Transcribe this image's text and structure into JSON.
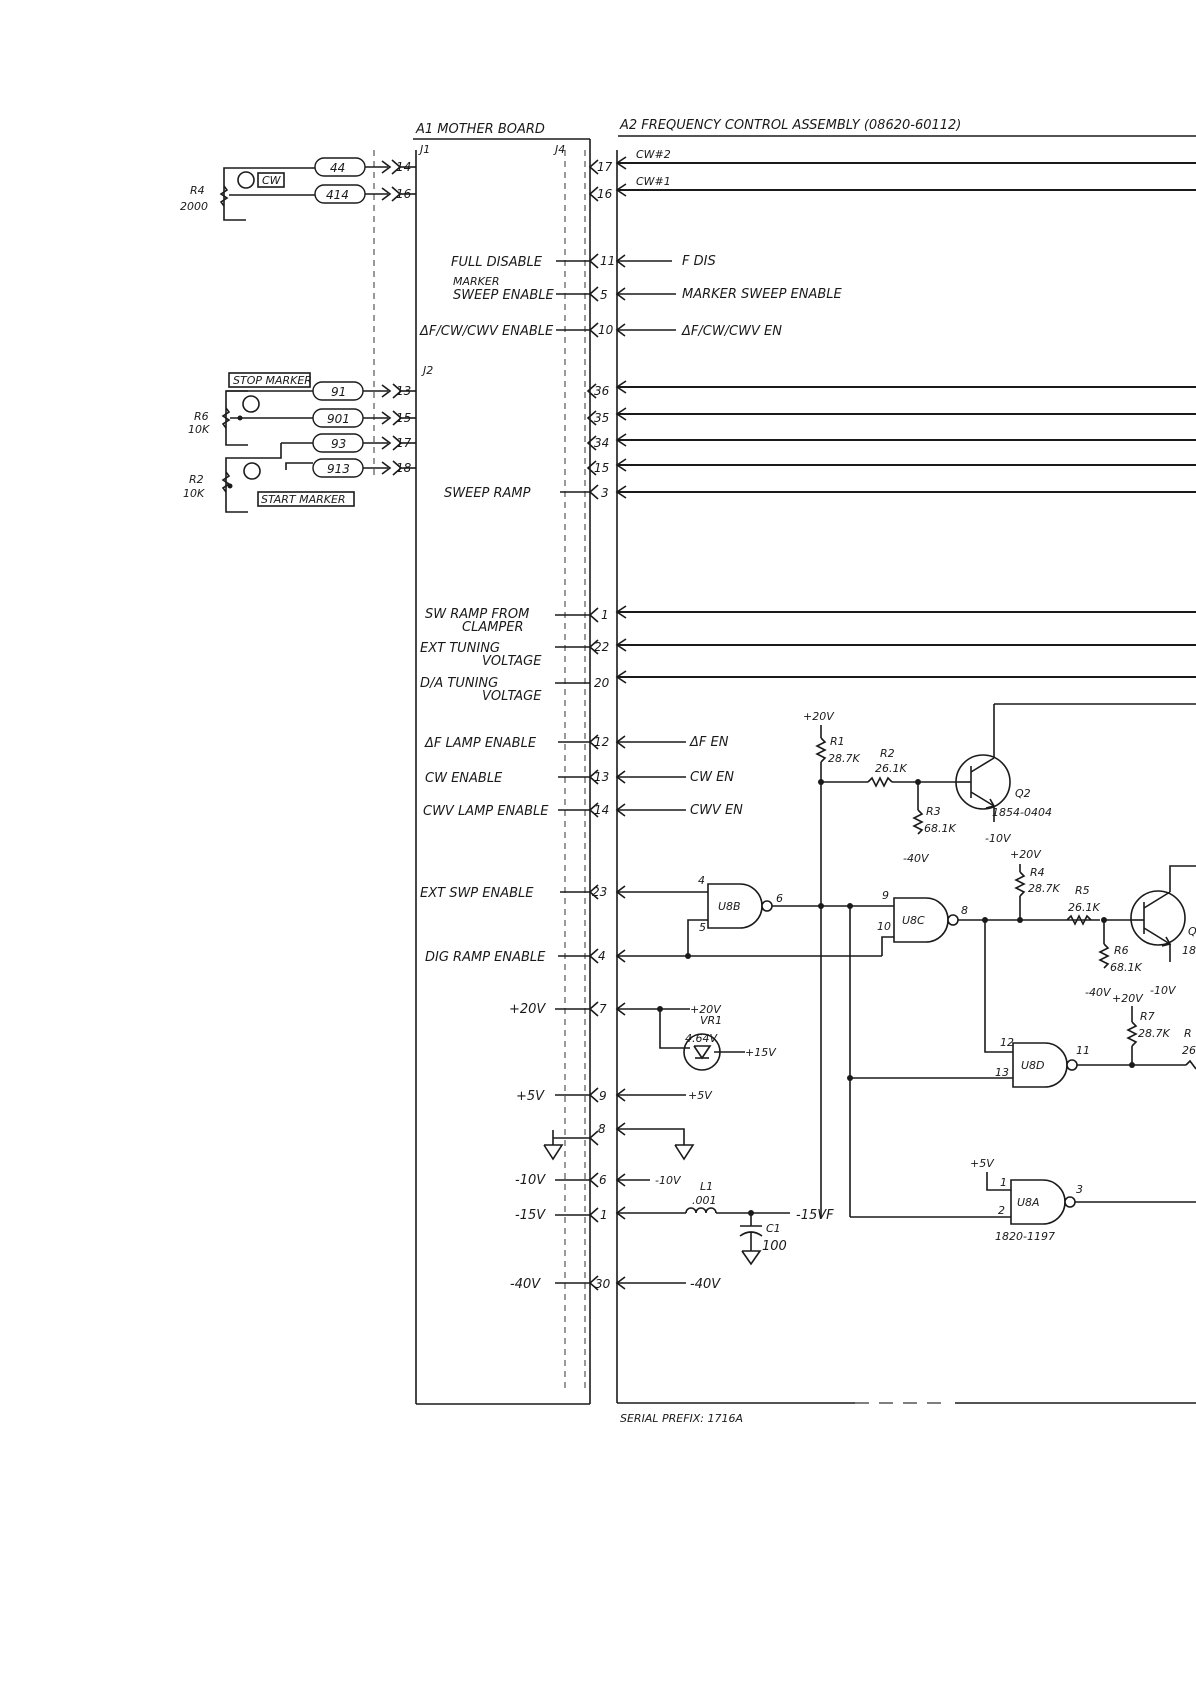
{
  "headers": {
    "mother_board": "A1 MOTHER BOARD",
    "mother_board_left_pin": "J1",
    "mother_board_right_pin": "J4",
    "frequency_control": "A2 FREQUENCY CONTROL ASSEMBLY (08620-60112)",
    "serial_prefix": "SERIAL PREFIX: 1716A"
  },
  "top_block": {
    "r4_ref": "R4",
    "r4_value": "2000",
    "cw_switch": "CW",
    "wire_44": "44",
    "wire_414": "414",
    "pin_14_left": "14",
    "pin_16_left": "16",
    "pin_17_right": "17",
    "pin_16_right": "16",
    "cw2_label": "CW#2",
    "cw1_label": "CW#1"
  },
  "enables": {
    "full_disable": "FULL DISABLE",
    "full_disable_pin": "11",
    "full_disable_net": "F DIS",
    "marker_line1": "MARKER",
    "marker_line2": "SWEEP ENABLE",
    "marker_pin": "5",
    "marker_net": "MARKER SWEEP ENABLE",
    "df_cw_cwv": "ΔF/CW/CWV ENABLE",
    "df_cw_cwv_pin": "10",
    "df_cw_cwv_net": "ΔF/CW/CWV EN"
  },
  "marker_block": {
    "stop_marker": "STOP MARKER",
    "start_marker": "START MARKER",
    "r6_ref": "R6",
    "r6_value": "10K",
    "r2_ref": "R2",
    "r2_value": "10K",
    "j2_label": "J2",
    "wire_91": "91",
    "wire_901": "901",
    "wire_93": "93",
    "wire_913": "913",
    "left_pins": [
      "13",
      "15",
      "17",
      "18"
    ],
    "right_pins": [
      "36",
      "35",
      "34",
      "15"
    ],
    "sweep_ramp": "SWEEP RAMP",
    "sweep_ramp_pin": "3"
  },
  "tuning": {
    "sw_ramp_line1": "SW RAMP FROM",
    "sw_ramp_line2": "CLAMPER",
    "sw_ramp_pin": "1",
    "ext_tuning_line1": "EXT TUNING",
    "ext_tuning_line2": "VOLTAGE",
    "ext_tuning_pin": "22",
    "da_tuning_line1": "D/A TUNING",
    "da_tuning_line2": "VOLTAGE",
    "da_tuning_pin": "20"
  },
  "lamps": {
    "df_lamp": "ΔF LAMP ENABLE",
    "df_lamp_pin": "12",
    "df_lamp_net": "ΔF EN",
    "cw_enable": "CW ENABLE",
    "cw_enable_pin": "13",
    "cw_enable_net": "CW EN",
    "cwv_lamp": "CWV LAMP ENABLE",
    "cwv_lamp_pin": "14",
    "cwv_lamp_net": "CWV EN"
  },
  "logic": {
    "ext_swp": "EXT SWP ENABLE",
    "ext_swp_pin": "23",
    "dig_ramp": "DIG RAMP ENABLE",
    "dig_ramp_pin": "4",
    "u8b": "U8B",
    "u8b_pin_in1": "4",
    "u8b_pin_in2": "5",
    "u8b_pin_out": "6",
    "u8c": "U8C",
    "u8c_pin_in1": "9",
    "u8c_pin_in2": "10",
    "u8c_pin_out": "8",
    "u8d": "U8D",
    "u8d_pin_in1": "12",
    "u8d_pin_in2": "13",
    "u8d_pin_out": "11",
    "u8a": "U8A",
    "u8a_pin_in1": "1",
    "u8a_pin_in2": "2",
    "u8a_pin_out": "3",
    "u8a_part": "1820-1197",
    "u8a_supply": "+5V"
  },
  "transistors": {
    "supply_20v": "+20V",
    "r1_ref": "R1",
    "r1_value": "28.7K",
    "r2_ref": "R2",
    "r2_value": "26.1K",
    "r3_ref": "R3",
    "r3_value": "68.1K",
    "r3_supply": "-40V",
    "q2_ref": "Q2",
    "q2_part": "1854-0404",
    "q2_emitter": "-10V",
    "r4_supply": "+20V",
    "r4_ref": "R4",
    "r4_value": "28.7K",
    "r5_ref": "R5",
    "r5_value": "26.1K",
    "r6_ref": "R6",
    "r6_value": "68.1K",
    "r6_supply": "-40V",
    "q3_ref": "Q",
    "q3_part": "18",
    "q3_emitter": "-10V",
    "r7_supply": "+20V",
    "r7_ref": "R7",
    "r7_value": "28.7K",
    "r8_ref": "R",
    "r8_value": "26"
  },
  "power": {
    "p20_label": "+20V",
    "p20_pin": "7",
    "p20_net": "+20V",
    "vr1_ref": "VR1",
    "vr1_value": "4.64V",
    "vr1_net": "+15V",
    "p5_label": "+5V",
    "p5_pin": "9",
    "p5_net": "+5V",
    "gnd_pin": "8",
    "m10_label": "-10V",
    "m10_pin": "6",
    "m10_net": "-10V",
    "m15_label": "-15V",
    "m15_pin": "1",
    "l1_ref": "L1",
    "l1_value": ".001",
    "c1_ref": "C1",
    "c1_value": "100",
    "m15_net": "-15VF",
    "m40_label": "-40V",
    "m40_pin": "30",
    "m40_net": "-40V"
  }
}
